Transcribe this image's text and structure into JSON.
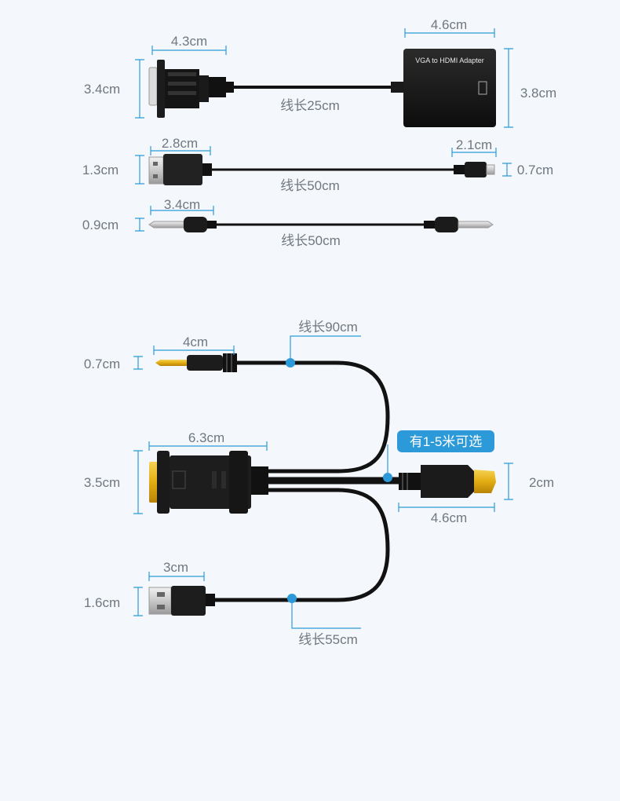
{
  "top_section": {
    "vga_width": "4.3cm",
    "vga_height": "3.4cm",
    "cable_25": "线长25cm",
    "adapter_width": "4.6cm",
    "adapter_height": "3.8cm",
    "adapter_label": "VGA to HDMI Adapter",
    "usb_width": "2.8cm",
    "usb_height": "1.3cm",
    "usb_cable": "线长50cm",
    "micro_width": "2.1cm",
    "micro_height": "0.7cm",
    "audio_width": "3.4cm",
    "audio_height": "0.9cm",
    "audio_cable": "线长50cm"
  },
  "bottom_section": {
    "audio_cable": "线长90cm",
    "audio_width": "4cm",
    "audio_height": "0.7cm",
    "vga_width": "6.3cm",
    "vga_height": "3.5cm",
    "option_badge": "有1-5米可选",
    "hdmi_height": "2cm",
    "hdmi_width": "4.6cm",
    "usb_width": "3cm",
    "usb_height": "1.6cm",
    "usb_cable": "线长55cm"
  },
  "colors": {
    "accent": "#2c9ad9",
    "cable": "#121212",
    "gold": "#e2b31b",
    "background": "#f4f8fc"
  }
}
